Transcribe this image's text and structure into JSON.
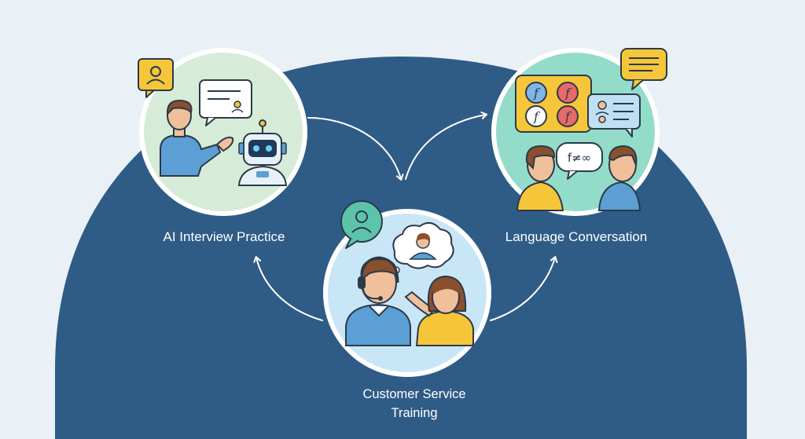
{
  "nodes": {
    "interview": {
      "label": "AI Interview Practice"
    },
    "language": {
      "label": "Language Conversation"
    },
    "customer": {
      "label_line1": "Customer Service",
      "label_line2": "Training"
    }
  },
  "language_icons": {
    "speech_text": "f≠∞"
  },
  "colors": {
    "background": "#eaf1f6",
    "dome": "#2f5c86",
    "circle_interview": "#d6ecd8",
    "circle_language": "#93dcc9",
    "circle_customer": "#c9e6f6",
    "arrow": "#ffffff",
    "bubble_yellow": "#f6c63a",
    "bubble_blue": "#bfe0f3",
    "shirt_blue": "#5b9fd4",
    "skin": "#f0c09a",
    "hair_brown": "#8a4f2c"
  }
}
